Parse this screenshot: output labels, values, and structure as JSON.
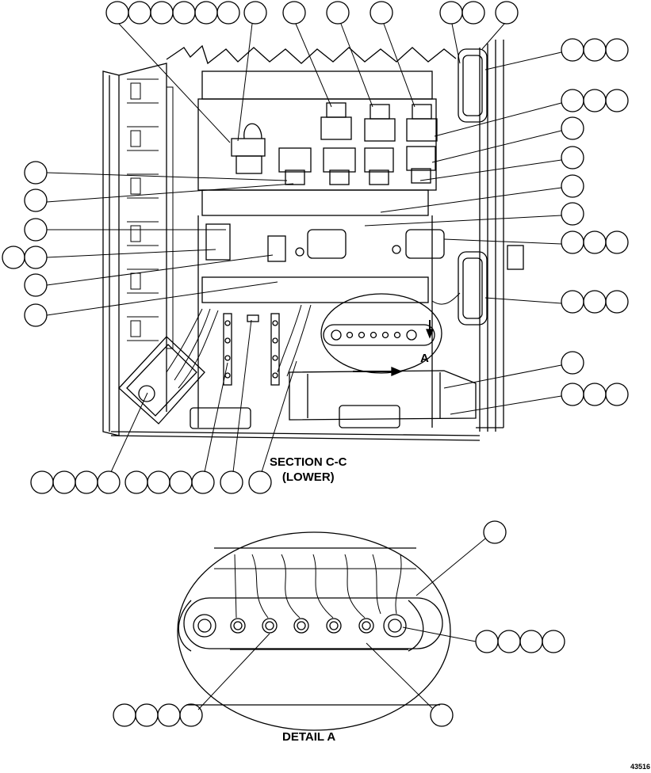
{
  "section_label_line1": "SECTION C-C",
  "section_label_line2": "(LOWER)",
  "detail_letter": "A",
  "detail_label": "DETAIL A",
  "figure_id": "43516",
  "colors": {
    "ink": "#000000",
    "paper": "#ffffff"
  }
}
